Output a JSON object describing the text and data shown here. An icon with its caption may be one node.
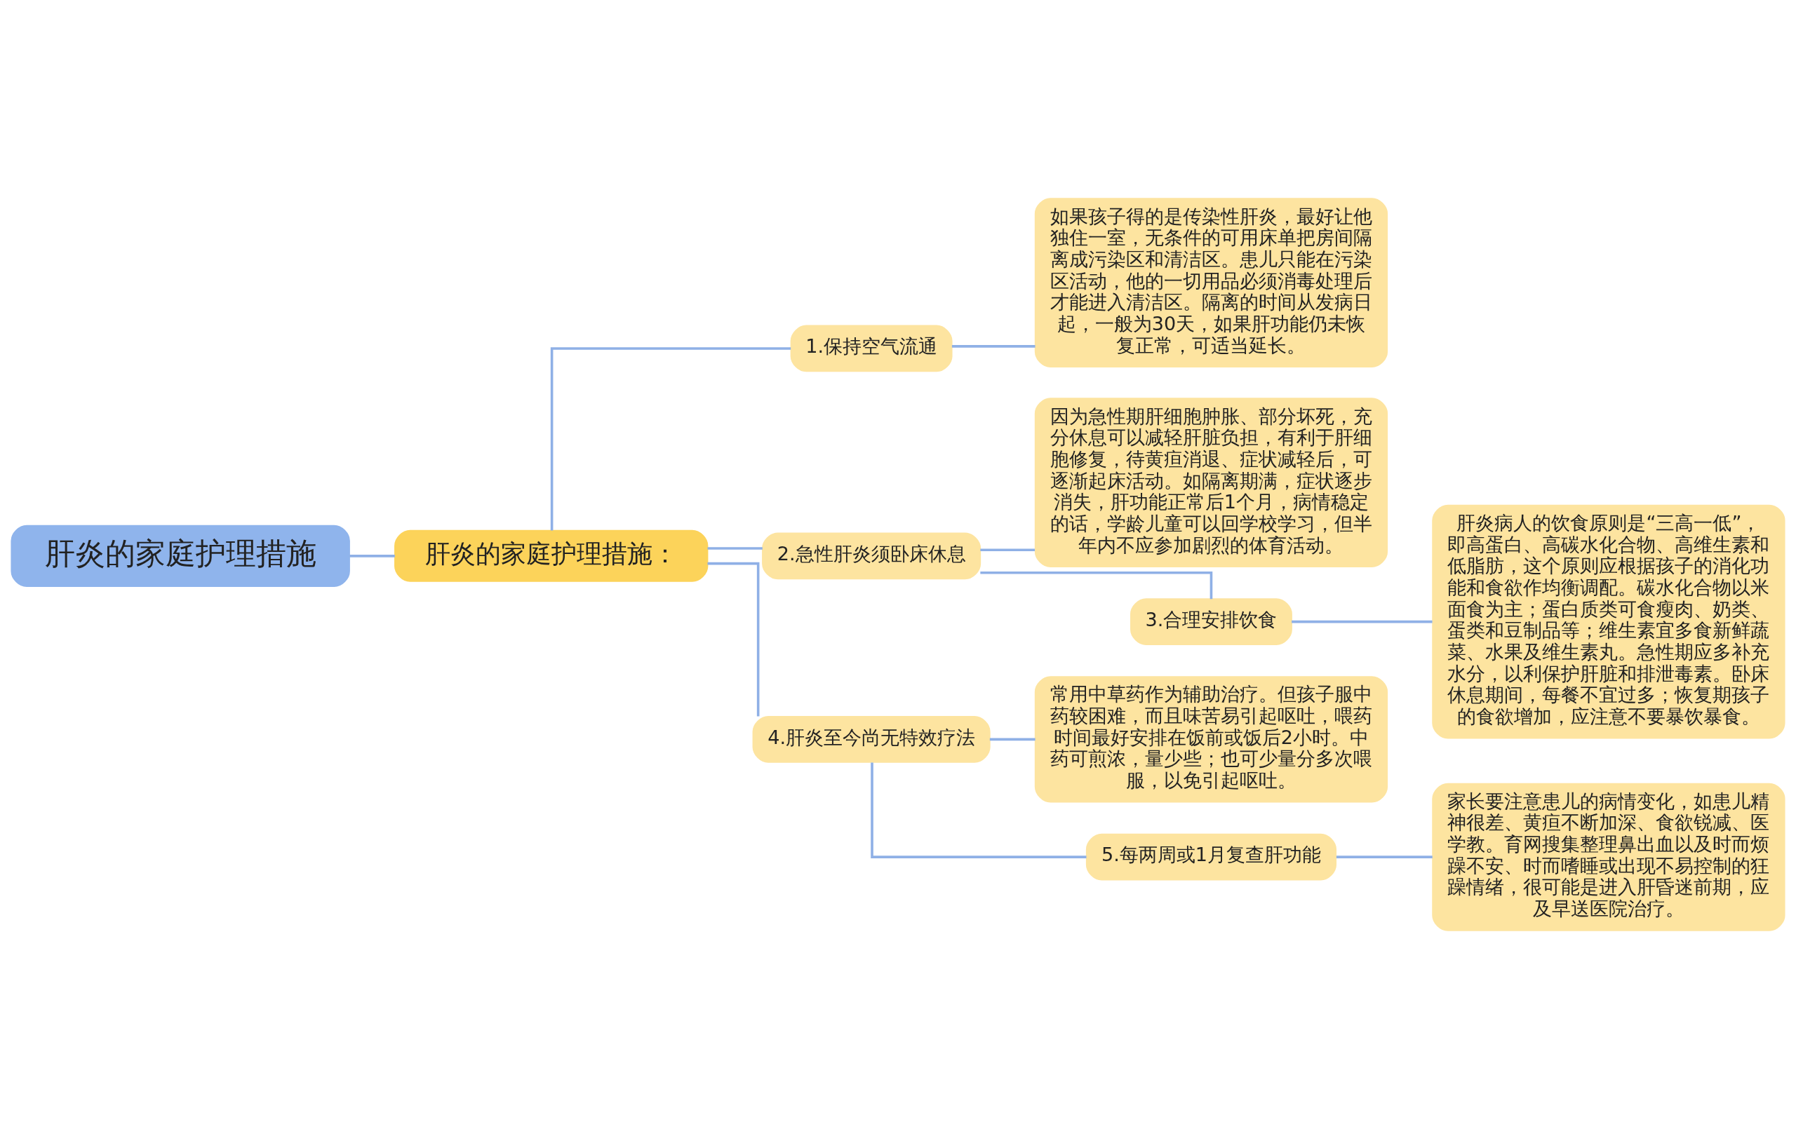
{
  "diagram": {
    "nodes": [
      {
        "text": [
          "肝炎的家庭护理措施"
        ]
      },
      {
        "text": [
          "肝炎的家庭护理措施："
        ]
      },
      {
        "text": [
          "1.保持空气流通"
        ]
      },
      {
        "text": [
          "如果孩子得的是传染性肝炎，最好让他独住一室，无条件的可用床单把房间隔离成污染区和清洁区。患儿只能在污染区活动，他的一切用品必须消毒处理后才能进入清洁区。隔离的时间从发病日起，一般为30天，如果肝功能仍未恢复正常，可适当延长。"
        ]
      },
      {
        "text": [
          "2.急性肝炎须卧床休息"
        ]
      },
      {
        "text": [
          "因为急性期肝细胞肿胀、部分坏死，充分休息可以减轻肝脏负担，有利于肝细胞修复，待黄疸消退、症状减轻后，可逐渐起床活动。如隔离期满，症状逐步消失，肝功能正常后1个月，病情稳定的话，学龄儿童可以回学校学习，但半年内不应参加剧烈的体育活动。"
        ]
      },
      {
        "text": [
          "3.合理安排饮食"
        ]
      },
      {
        "text": [
          "肝炎病人的饮食原则是“三高一低”，即高蛋白、高碳水化合物、高维生素和低脂肪，这个原则应根据孩子的消化功能和食欲作均衡调配。碳水化合物以米面食为主；蛋白质类可食瘦肉、奶类、蛋类和豆制品等；维生素宜多食新鲜蔬菜、水果及维生素丸。急性期应多补充水分，以利保护肝脏和排泄毒素。卧床休息期间，每餐不宜过多；恢复期孩子的食欲增加，应注意不要暴饮暴食。"
        ]
      },
      {
        "text": [
          "4.肝炎至今尚无特效疗法"
        ]
      },
      {
        "text": [
          "常用中草药作为辅助治疗。但孩子服中药较困难，而且味苦易引起呕吐，喂药时间最好安排在饭前或饭后2小时。中药可煎浓，量少些；也可少量分多次喂服，以免引起呕吐。"
        ]
      },
      {
        "text": [
          "5.每两周或1月复查肝功能"
        ]
      },
      {
        "text": [
          "家长要注意患儿的病情变化，如患儿精神很差、黄疸不断加深、食欲锐减、医学教。育网搜集整理鼻出血以及时而烦躁不安、时而嗜睡或出现不易控制的狂躁情绪，很可能是进入肝昏迷前期，应及早送医院治疗。"
        ]
      }
    ],
    "edges": [
      {
        "from": 0,
        "to": 1,
        "arrow": "none"
      },
      {
        "from": 1,
        "to": 2,
        "arrow": "none"
      },
      {
        "from": 2,
        "to": 3,
        "arrow": "none"
      },
      {
        "from": 1,
        "to": 4,
        "arrow": "none"
      },
      {
        "from": 4,
        "to": 5,
        "arrow": "none"
      },
      {
        "from": 4,
        "to": 6,
        "arrow": "none"
      },
      {
        "from": 6,
        "to": 7,
        "arrow": "none"
      },
      {
        "from": 1,
        "to": 8,
        "arrow": "none"
      },
      {
        "from": 8,
        "to": 9,
        "arrow": "none"
      },
      {
        "from": 8,
        "to": 10,
        "arrow": "none"
      },
      {
        "from": 10,
        "to": 11,
        "arrow": "none"
      }
    ]
  }
}
